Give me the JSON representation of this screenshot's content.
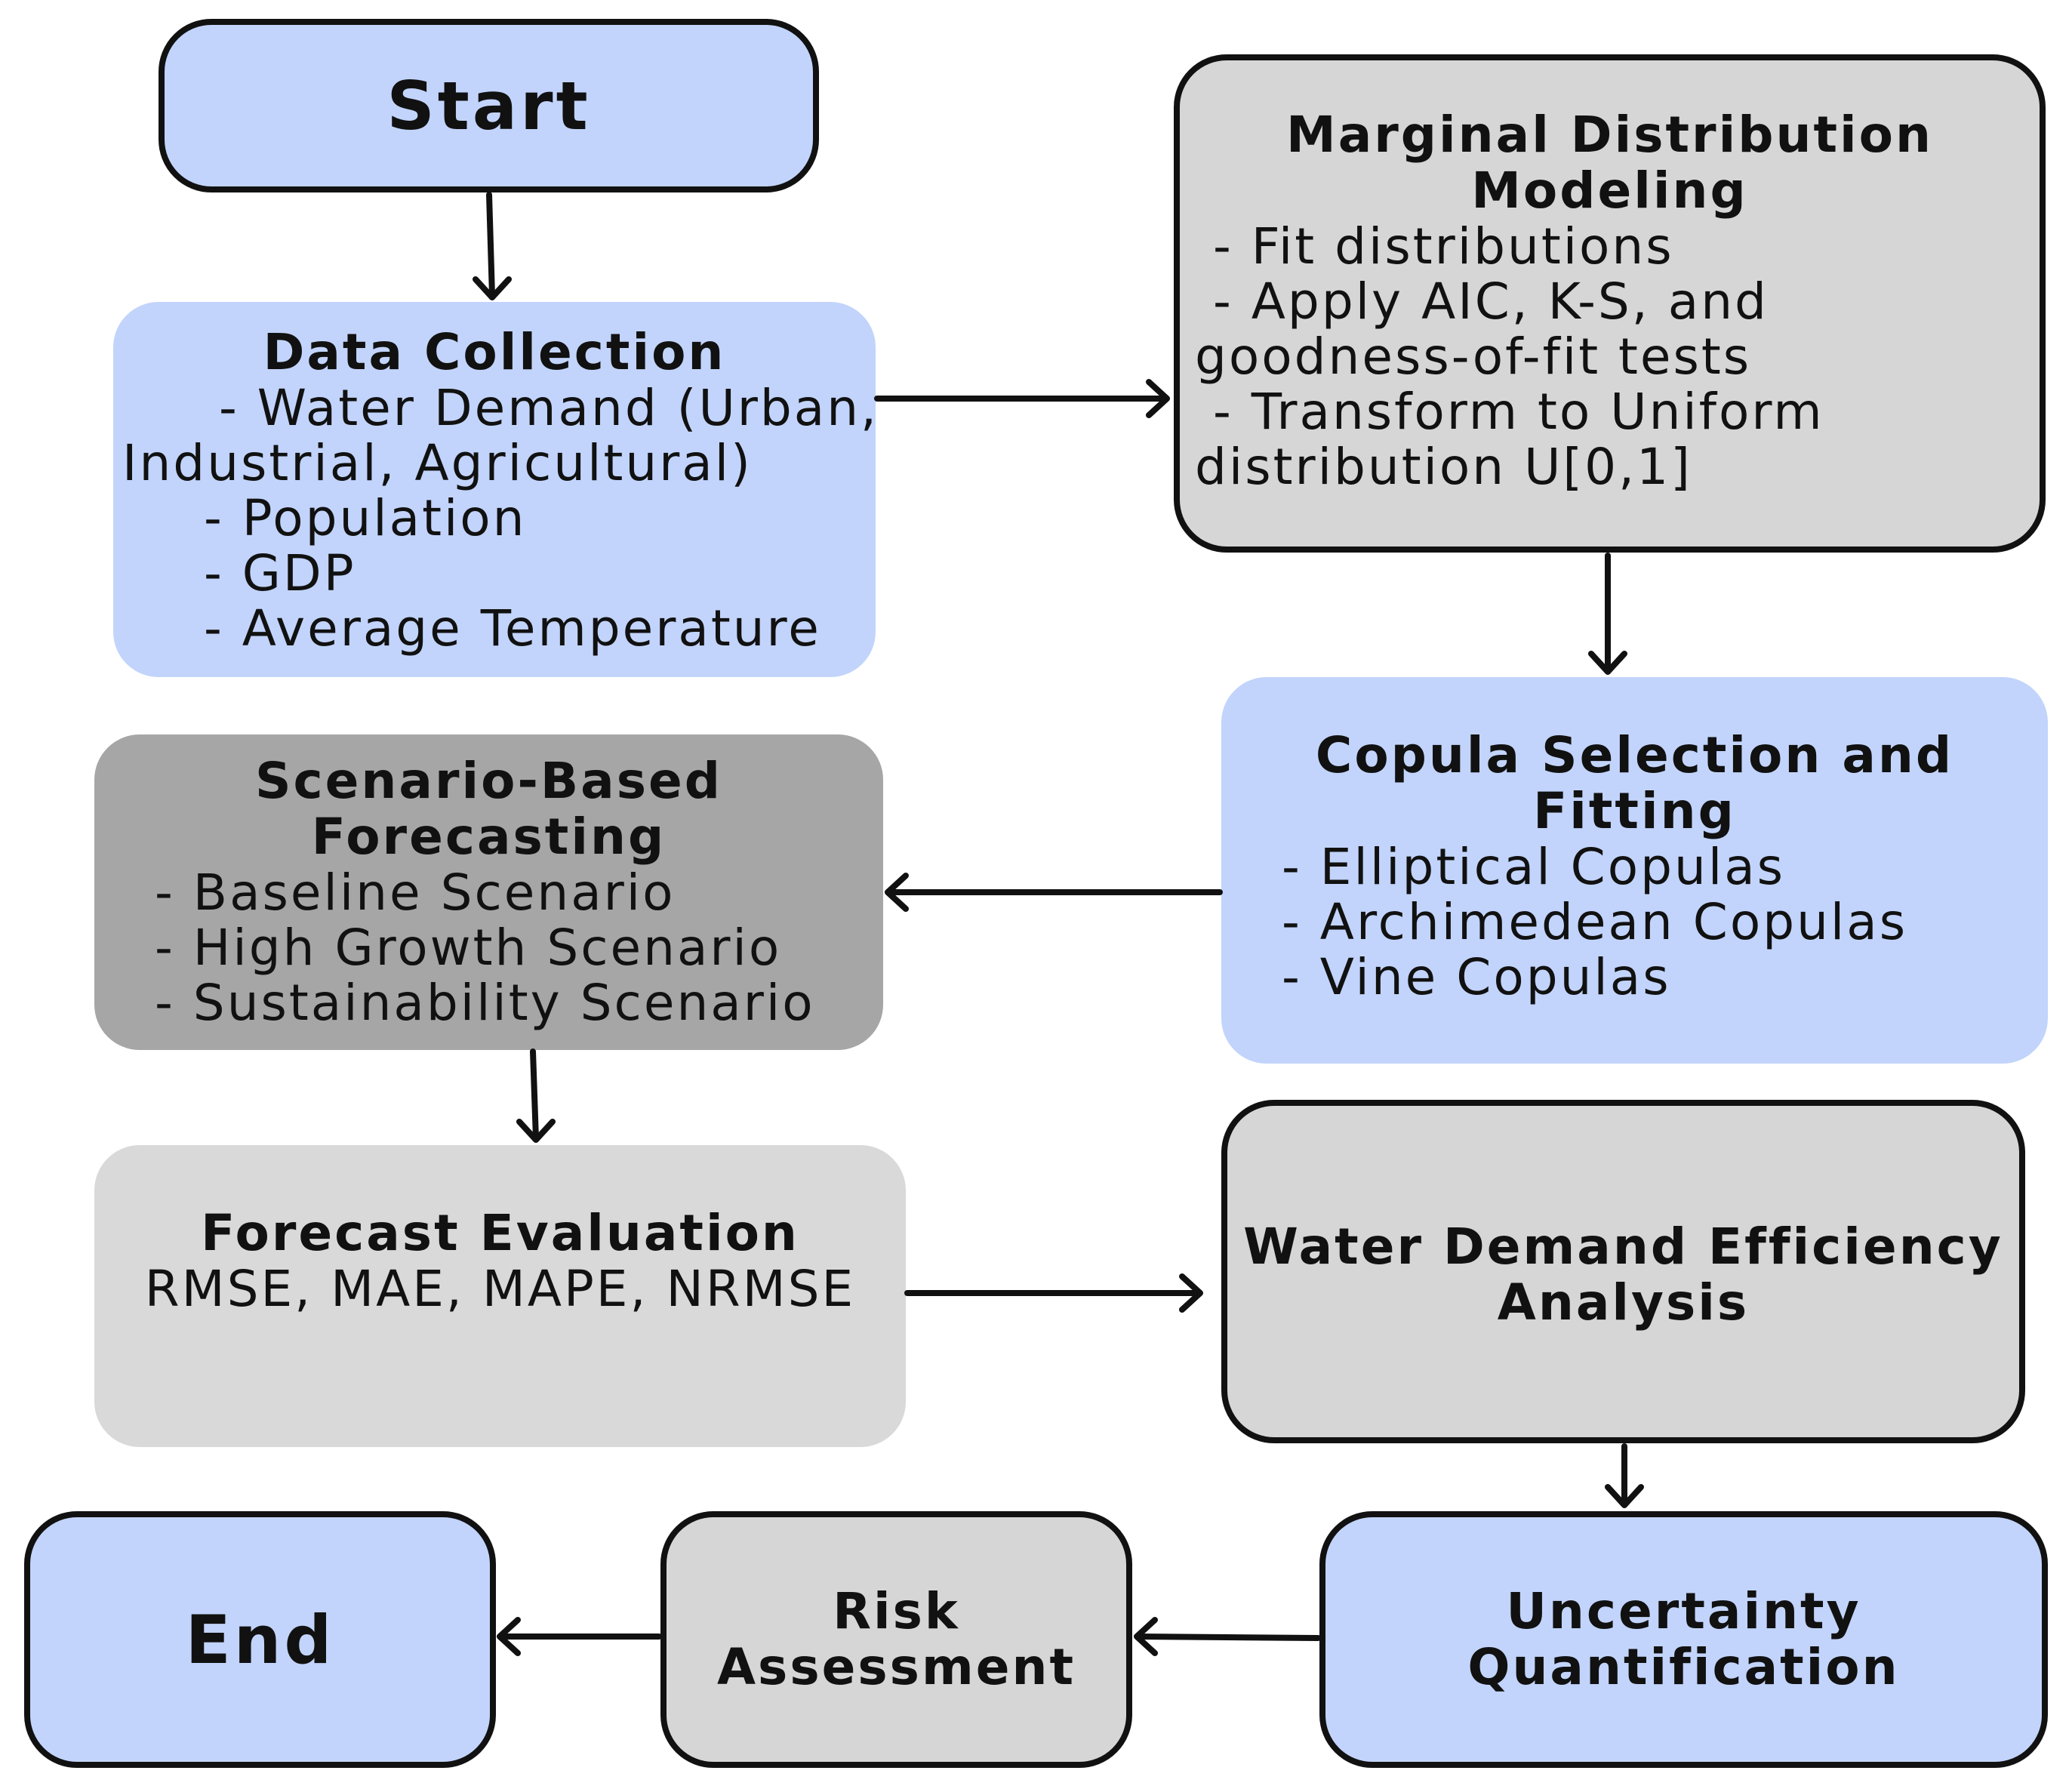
{
  "nodes": {
    "start": {
      "title": "Start"
    },
    "data_collection": {
      "title": "Data Collection",
      "items": [
        "  - Water Demand (Urban,",
        "Industrial, Agricultural)",
        "  - Population",
        "  - GDP",
        "  - Average Temperature"
      ]
    },
    "marginal": {
      "title_line1": "Marginal Distribution",
      "title_line2": "Modeling",
      "items": [
        " - Fit distributions",
        " - Apply AIC, K-S, and",
        "goodness-of-fit tests",
        " - Transform to Uniform",
        "distribution U[0,1]"
      ]
    },
    "copula": {
      "title_line1": "Copula Selection and",
      "title_line2": "Fitting",
      "items": [
        "- Elliptical Copulas",
        "- Archimedean Copulas",
        "- Vine Copulas"
      ]
    },
    "scenario": {
      "title_line1": "Scenario-Based",
      "title_line2": "Forecasting",
      "items": [
        "- Baseline Scenario",
        "- High Growth Scenario",
        "- Sustainability Scenario"
      ]
    },
    "forecast_eval": {
      "title": "Forecast Evaluation",
      "subtitle": "RMSE, MAE, MAPE, NRMSE"
    },
    "efficiency": {
      "title_line1": "Water Demand Efficiency",
      "title_line2": "Analysis"
    },
    "uncertainty": {
      "title_line1": "Uncertainty",
      "title_line2": "Quantification"
    },
    "risk": {
      "title_line1": "Risk",
      "title_line2": "Assessment"
    },
    "end": {
      "title": "End"
    }
  },
  "edges": [
    [
      "start",
      "data_collection"
    ],
    [
      "data_collection",
      "marginal"
    ],
    [
      "marginal",
      "copula"
    ],
    [
      "copula",
      "scenario"
    ],
    [
      "scenario",
      "forecast_eval"
    ],
    [
      "forecast_eval",
      "efficiency"
    ],
    [
      "efficiency",
      "uncertainty"
    ],
    [
      "uncertainty",
      "risk"
    ],
    [
      "risk",
      "end"
    ]
  ],
  "colors": {
    "blue_fill": "#c2d4fb",
    "gray_fill": "#d6d6d6",
    "dark_gray_fill": "#a6a6a6",
    "light_gray_fill": "#d9d9d9",
    "stroke": "#111111"
  }
}
